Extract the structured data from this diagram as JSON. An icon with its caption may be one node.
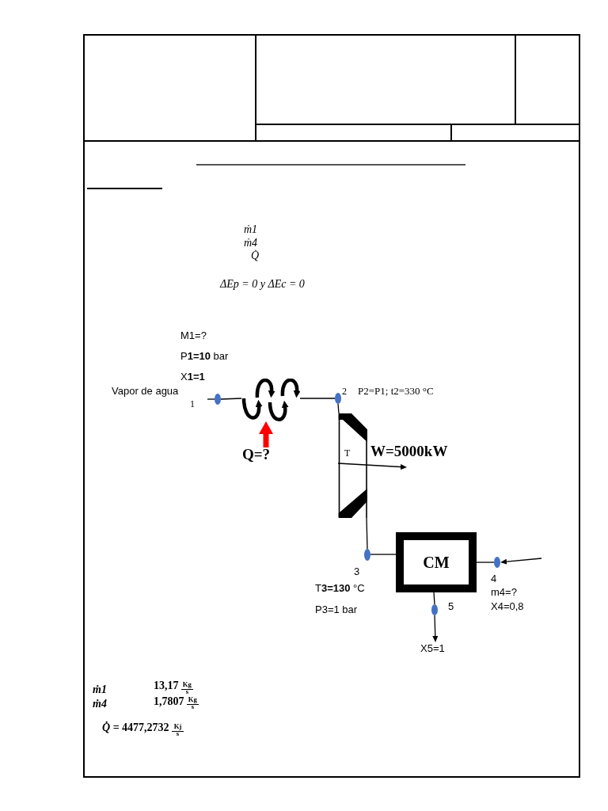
{
  "diagram": {
    "nodes": [
      {
        "text": [],
        "shape": "circle",
        "beside": [
          "M1=?",
          "P**1=10** bar",
          "X**1=1**",
          "Vapor de agua",
          "1"
        ]
      },
      {
        "text": [],
        "shape": "coil",
        "beside": [
          "Q=?"
        ]
      },
      {
        "text": [],
        "shape": "circle",
        "beside": [
          "2",
          "P2=P1; t2=330 °C"
        ]
      },
      {
        "text": [
          "T"
        ]
      },
      {
        "text": [],
        "shape": "circle",
        "beside": [
          "3",
          "T**3=130** °C",
          "P3=1 bar"
        ]
      },
      {
        "text": [
          "CM"
        ]
      },
      {
        "text": [],
        "shape": "circle",
        "beside": [
          "4",
          "m4=?",
          "X4=0,8"
        ]
      },
      {
        "text": [],
        "shape": "circle",
        "beside": [
          "5"
        ]
      },
      {
        "text": [
          "X5=1"
        ]
      }
    ],
    "edges": [
      {
        "from": null,
        "to": 0,
        "arrow": "none"
      },
      {
        "from": 0,
        "to": 1,
        "arrow": "none"
      },
      {
        "from": 1,
        "to": 2,
        "arrow": "none"
      },
      {
        "from": 2,
        "to": 3,
        "arrow": "none"
      },
      {
        "from": 3,
        "to": 4,
        "arrow": "none"
      },
      {
        "from": 4,
        "to": 5,
        "arrow": "none"
      },
      {
        "from": null,
        "to": 6,
        "arrow": "to"
      },
      {
        "from": 6,
        "to": 5,
        "arrow": "none"
      },
      {
        "from": 5,
        "to": 7,
        "arrow": "none"
      },
      {
        "from": 7,
        "to": 8,
        "arrow": "to"
      },
      {
        "from": null,
        "to": 1,
        "arrow": "to",
        "style": "thick",
        "color": "#ff0000"
      },
      {
        "from": 3,
        "to": null,
        "arrow": "to",
        "label": "W=5000kW"
      }
    ],
    "labels": [
      "ṁ1",
      "ṁ4",
      "Q̇",
      "ΔEp = 0 y ΔEc = 0",
      "ṁ1",
      "13,17 $^{Kg}$$_{s}$",
      "ṁ4",
      "1,7807 $^{Kg}$$_{s}$",
      "*Q̇* = 4477,2732 $^{Kj}$$_{s}$"
    ]
  }
}
